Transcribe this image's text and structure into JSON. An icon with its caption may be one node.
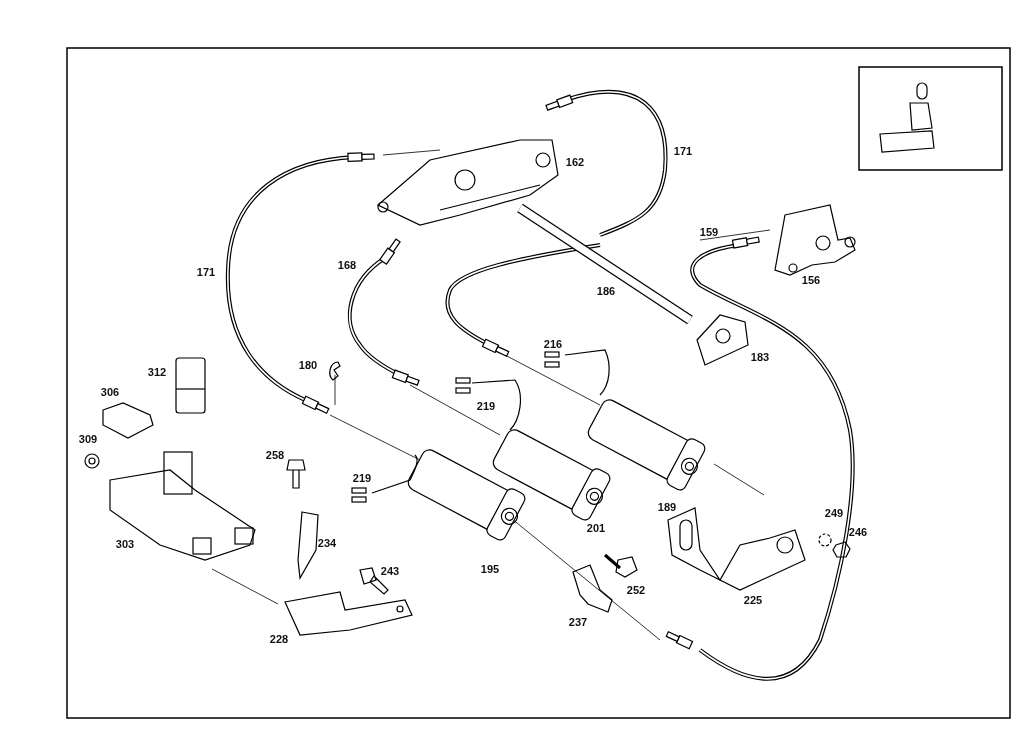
{
  "diagram": {
    "labels": [
      "162",
      "171",
      "159",
      "171",
      "168",
      "156",
      "186",
      "216",
      "183",
      "180",
      "312",
      "306",
      "219",
      "309",
      "258",
      "219",
      "189",
      "249",
      "201",
      "246",
      "234",
      "303",
      "243",
      "195",
      "252",
      "225",
      "237",
      "228"
    ]
  }
}
